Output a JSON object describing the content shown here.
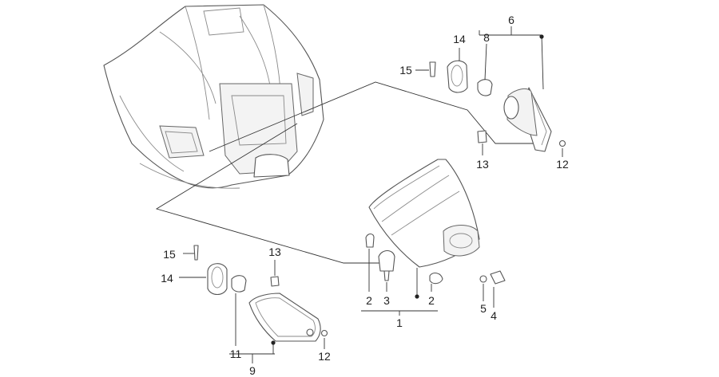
{
  "callouts": {
    "c1": "1",
    "c2a": "2",
    "c2b": "2",
    "c3": "3",
    "c4": "4",
    "c5": "5",
    "c6": "6",
    "c8": "8",
    "c9": "9",
    "c11": "11",
    "c12a": "12",
    "c12b": "12",
    "c13a": "13",
    "c13b": "13",
    "c14a": "14",
    "c14b": "14",
    "c15a": "15",
    "c15b": "15"
  }
}
